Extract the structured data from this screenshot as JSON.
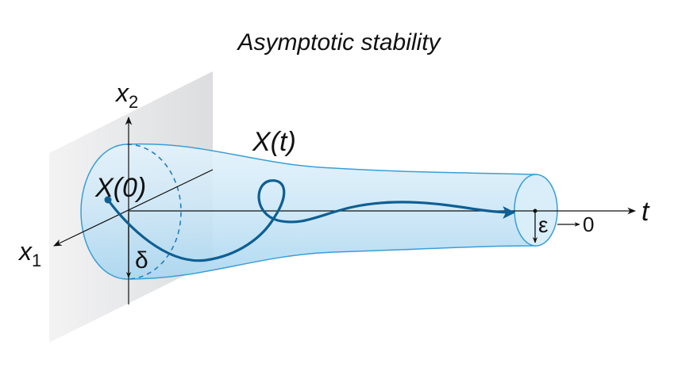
{
  "title": "Asymptotic stability",
  "labels": {
    "axis_x2": "x",
    "axis_x2_sub": "2",
    "axis_x1": "x",
    "axis_x1_sub": "1",
    "axis_t": "t",
    "trajectory": "X(t)",
    "initial_point": "X(0)",
    "delta": "δ",
    "epsilon": "ε",
    "limit_arrow": "→",
    "limit_value": "0"
  },
  "colors": {
    "tube_fill": "#cfe8f7",
    "tube_stroke": "#3a9ed6",
    "trajectory": "#0e5f93",
    "axis": "#111111",
    "wall": "#e6e7e8"
  }
}
